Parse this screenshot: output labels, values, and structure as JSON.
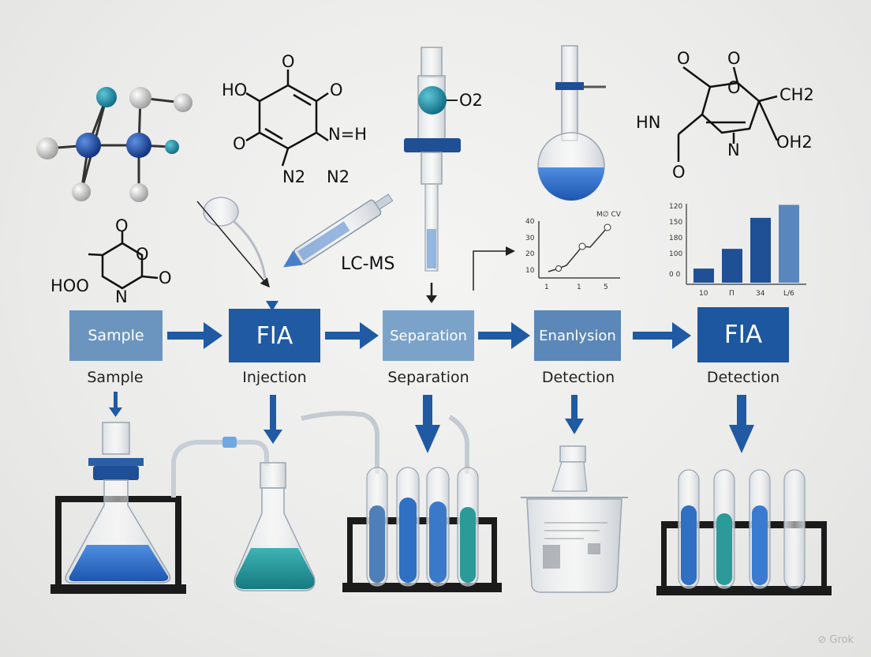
{
  "stages": [
    {
      "box": "Sample",
      "caption": "Sample"
    },
    {
      "box": "FIA",
      "caption": "Injection"
    },
    {
      "box": "Separation",
      "caption": "Separation"
    },
    {
      "box": "Enanlysion",
      "caption": "Detection"
    },
    {
      "box": "FIA",
      "caption": "Detection"
    }
  ],
  "labels": {
    "lcms": "LC-MS",
    "o2": "O2",
    "watermark": "Grok"
  },
  "structures": {
    "phenol": {
      "o_top": "O",
      "ho": "HO",
      "o_left": "O",
      "nh": "N=H",
      "n2a": "N2",
      "n2b": "N2"
    },
    "lactone": {
      "o_top": "O",
      "o_ring": "O",
      "o_right": "O",
      "hoo": "HOO",
      "n": "N"
    },
    "right": {
      "o1": "O",
      "o2": "O",
      "o_ring": "O",
      "ch2": "CH2",
      "hn": "HN",
      "oh2": "OH2",
      "o_bottom": "O",
      "n": "N"
    }
  },
  "line_plot": {
    "y_ticks": [
      "40",
      "30",
      "20",
      "10"
    ],
    "x_ticks": [
      "1",
      "1",
      "5"
    ],
    "annotation": "M∅ CV"
  },
  "chart_data": {
    "type": "bar",
    "categories": [
      "10",
      "Π",
      "34",
      "L/6"
    ],
    "values": [
      25,
      60,
      115,
      138
    ],
    "y_ticks": [
      "120",
      "150",
      "180",
      "100",
      "0 0"
    ],
    "series_colors": [
      "#1f4f94",
      "#1f4f94",
      "#1f4f94",
      "#5a86be"
    ]
  },
  "colors": {
    "dark_blue": "#1f5aa3",
    "mid_blue": "#6b95bf",
    "light_blue": "#7ba3c9",
    "liquid_blue": "#2f6fc4",
    "liquid_teal": "#2a9a9a",
    "arrow": "#1f5aa3"
  }
}
